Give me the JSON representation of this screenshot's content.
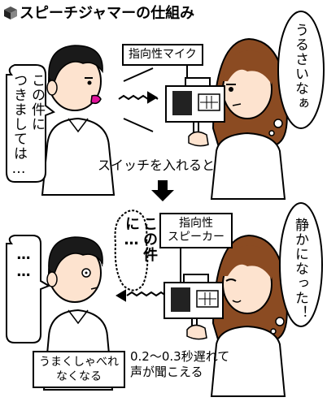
{
  "title": "スピーチジャマーの仕組み",
  "top_panel": {
    "device_label": "指向性マイク",
    "speaker_speech": "この件に\nつきましては…",
    "woman_thought": "うるさいなぁ"
  },
  "transition": {
    "caption": "スイッチを入れると"
  },
  "bottom_panel": {
    "device_label": "指向性\nスピーカー",
    "echoed_speech": "この件に…",
    "speaker_speech": "……",
    "woman_thought": "静かになった！",
    "effect_note": "うまくしゃべれ\nなくなる",
    "delay_note": "0.2〜0.3秒遅れて\n声が聞こえる"
  },
  "colors": {
    "skin": "#fde3cf",
    "hair_woman": "#8b4b22",
    "hair_man": "#1a1a1a",
    "mouth": "#e0119a",
    "device_window": "#222222"
  }
}
